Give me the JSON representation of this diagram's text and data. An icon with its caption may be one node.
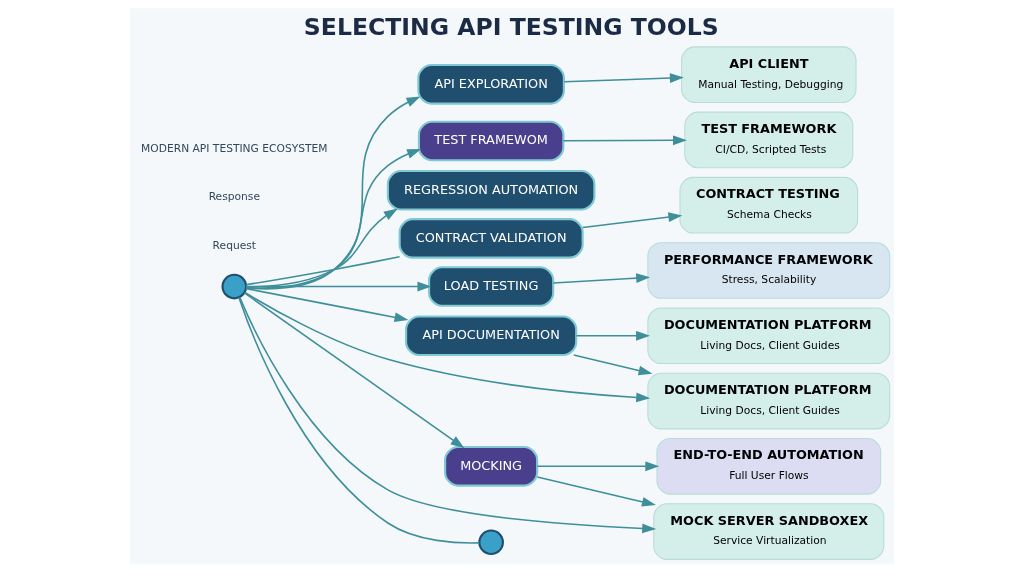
{
  "diagram": {
    "title": "SELECTING API TESTING TOOLS",
    "caption": "MODERN API TESTING ECOSYSTEM",
    "nodes": [
      {
        "text": [],
        "shape": "circle"
      },
      {
        "text": [
          "API CLIENT",
          "Manual Testing, Debugging"
        ]
      },
      {
        "text": [
          "API EXPLORATION"
        ]
      },
      {
        "text": [
          "TEST FRAMEWOM"
        ]
      },
      {
        "text": [
          "TEST FRAMEWORK",
          "CI/CD, Scripted Tests"
        ]
      },
      {
        "text": [
          "REGRESSION AUTOMATION"
        ]
      },
      {
        "text": [
          "CONTRACT TESTING",
          "Schema Checks"
        ]
      },
      {
        "text": [
          "CONTRACT VALIDATION"
        ]
      },
      {
        "text": [
          "LOAD TESTING"
        ]
      },
      {
        "text": [
          "PERFORMANCE FRAMEWORK",
          "Stress, Scalability"
        ]
      },
      {
        "text": [
          "API DOCUMENTATION"
        ]
      },
      {
        "text": [
          "MOCKING"
        ]
      },
      {
        "text": [
          "DOCUMENTATION PLATFORM",
          "Living Docs, Client Guides"
        ]
      },
      {
        "text": [
          "DOCUMENTATION PLATFORM",
          "Living Docs, Client Guides"
        ]
      },
      {
        "text": [
          "MOCK SERVER SANDBOXEX",
          "Service Virtualization"
        ]
      },
      {
        "text": [
          "END-TO-END AUTOMATION",
          "Full User Flows"
        ]
      },
      {
        "text": [],
        "shape": "circle"
      }
    ],
    "edges": [
      {
        "from": 0,
        "to": 16,
        "arrow": "none"
      },
      {
        "from": 0,
        "to": 2,
        "arrow": "to"
      },
      {
        "from": 2,
        "to": 1,
        "arrow": "to"
      },
      {
        "from": 0,
        "to": 3,
        "arrow": "to"
      },
      {
        "from": 3,
        "to": 4,
        "arrow": "to"
      },
      {
        "from": 0,
        "to": 5,
        "arrow": "to"
      },
      {
        "from": 0,
        "to": 7,
        "arrow": "none"
      },
      {
        "from": 7,
        "to": 6,
        "arrow": "to"
      },
      {
        "from": 0,
        "to": 8,
        "arrow": "to"
      },
      {
        "from": 8,
        "to": 9,
        "arrow": "to"
      },
      {
        "from": 0,
        "to": 10,
        "arrow": "to"
      },
      {
        "from": 0,
        "to": 11,
        "arrow": "to"
      },
      {
        "from": 10,
        "to": 12,
        "arrow": "to"
      },
      {
        "from": 10,
        "to": 13,
        "arrow": "to"
      },
      {
        "from": 0,
        "to": 13,
        "arrow": "to"
      },
      {
        "from": 11,
        "to": 14,
        "arrow": "to"
      },
      {
        "from": 0,
        "to": 14,
        "arrow": "to"
      },
      {
        "from": 11,
        "to": 15,
        "arrow": "to"
      }
    ],
    "labels": [
      "Request",
      "Response"
    ]
  }
}
